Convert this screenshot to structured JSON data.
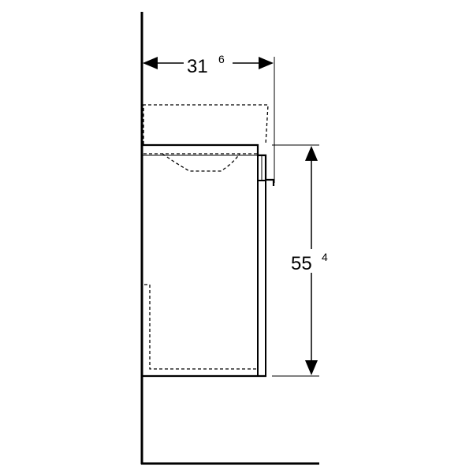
{
  "dimensions": {
    "width": {
      "main": "31",
      "fraction": "6"
    },
    "height": {
      "main": "55",
      "fraction": "4"
    }
  },
  "colors": {
    "line": "#000000",
    "background": "#ffffff"
  }
}
